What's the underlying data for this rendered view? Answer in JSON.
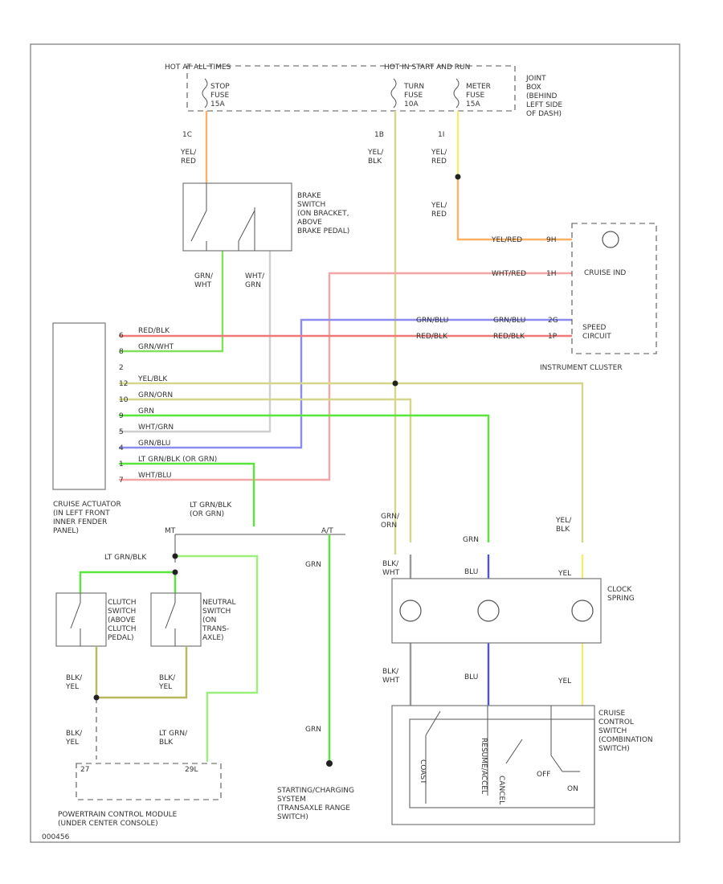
{
  "diagram_title": "",
  "figure_id": "000456",
  "colors": {
    "yel_red": "#ffb060",
    "yel": "#f2ef6e",
    "yel_blk": "#d6d68a",
    "grn": "#58e63a",
    "grn_wht": "#84e05a",
    "wht_grn": "#cfcfcf",
    "red_blk": "#f07878",
    "wht_red": "#f4a6a6",
    "grn_blu": "#8c8cf0",
    "blu": "#5050f0",
    "blk_wht": "#9a9a9a",
    "blk_yel": "#b8b860",
    "lt_grn_blk": "#9af07a"
  },
  "power": {
    "hot_label": "HOT AT ALL TIMES",
    "hot_run_label": "HOT IN START AND RUN",
    "fuse_stop": "STOP\nFUSE\n15A",
    "fuse_turn": "TURN\nFUSE\n10A",
    "fuse_meter": "METER\nFUSE\n15A",
    "junction_box": "JOINT\nBOX\n(BEHIND\nLEFT SIDE\nOF DASH)"
  },
  "pins": {
    "stop_fuse": "1C",
    "turn_fuse": "1B",
    "meter_fuse": "1I",
    "cluster_yel_red": "9H",
    "cluster_wht_red": "1H",
    "cluster_grn_blu": "2G",
    "cluster_red_blk": "1P",
    "module_left": "27",
    "module_right": "29L",
    "mt": "MT",
    "at": "A/T"
  },
  "wire_labels": {
    "stop_fuse_out": "YEL/\nRED",
    "turn_fuse_out": "YEL/\nBLK",
    "meter_fuse_out": "YEL/\nRED",
    "meter_to_cluster": "YEL/\nRED",
    "brake_left": "GRN/\nWHT",
    "brake_right": "WHT/\nGRN",
    "cluster_yel_red": "YEL/RED",
    "cluster_wht_red": "WHT/RED",
    "cluster_grn_blu_left": "GRN/BLU",
    "cluster_grn_blu_right": "GRN/BLU",
    "cluster_red_blk_left": "RED/BLK",
    "cluster_red_blk_right": "RED/BLK",
    "lt_grn_blk_top": "LT GRN/BLK\n(OR GRN)",
    "lt_grn_blk_mid": "LT GRN/BLK",
    "grn_orn": "GRN/\nORN",
    "grn_clock": "GRN",
    "yel_blk_right": "YEL/\nBLK",
    "grn_at": "GRN",
    "grn_bottom": "GRN",
    "blk_wht_top": "BLK/\nWHT",
    "blu_top": "BLU",
    "yel_top": "YEL",
    "blk_wht_bottom": "BLK/\nWHT",
    "blu_bottom": "BLU",
    "yel_bottom": "YEL",
    "blk_yel_clutch": "BLK/\nYEL",
    "blk_yel_neutral": "BLK/\nYEL",
    "blk_yel_module": "BLK/\nYEL",
    "lt_grn_blk_module": "LT GRN/\nBLK"
  },
  "actuator_pins": [
    {
      "num": "6",
      "label": "RED/BLK"
    },
    {
      "num": "8",
      "label": "GRN/WHT"
    },
    {
      "num": "2",
      "label": ""
    },
    {
      "num": "12",
      "label": "YEL/BLK"
    },
    {
      "num": "10",
      "label": "GRN/ORN"
    },
    {
      "num": "9",
      "label": "GRN"
    },
    {
      "num": "5",
      "label": "WHT/GRN"
    },
    {
      "num": "4",
      "label": "GRN/BLU"
    },
    {
      "num": "1",
      "label": "LT GRN/BLK (OR GRN)"
    },
    {
      "num": "7",
      "label": "WHT/BLU"
    }
  ],
  "components": {
    "brake_switch": "BRAKE\nSWITCH\n(ON BRACKET,\nABOVE\nBRAKE PEDAL)",
    "instrument_cluster": "INSTRUMENT CLUSTER",
    "cruise_ind": "CRUISE IND",
    "speed_circuit": "SPEED\nCIRCUIT",
    "cruise_actuator": "CRUISE ACTUATOR\n(IN LEFT FRONT\nINNER FENDER\nPANEL)",
    "clutch_switch": "CLUTCH\nSWITCH\n(ABOVE\nCLUTCH\nPEDAL)",
    "neutral_switch": "NEUTRAL\nSWITCH\n(ON\nTRANS-\nAXLE)",
    "pcm": "POWERTRAIN CONTROL MODULE\n(UNDER CENTER CONSOLE)",
    "starting_system": "STARTING/CHARGING\nSYSTEM\n(TRANSAXLE RANGE\nSWITCH)",
    "clock_spring": "CLOCK\nSPRING",
    "cruise_control_switch": "CRUISE\nCONTROL\nSWITCH\n(COMBINATION\nSWITCH)",
    "off_label": "OFF",
    "on_label": "ON",
    "coast_label": "COAST",
    "resume_label": "RESUME/ACCEL",
    "cancel_label": "CANCEL"
  }
}
